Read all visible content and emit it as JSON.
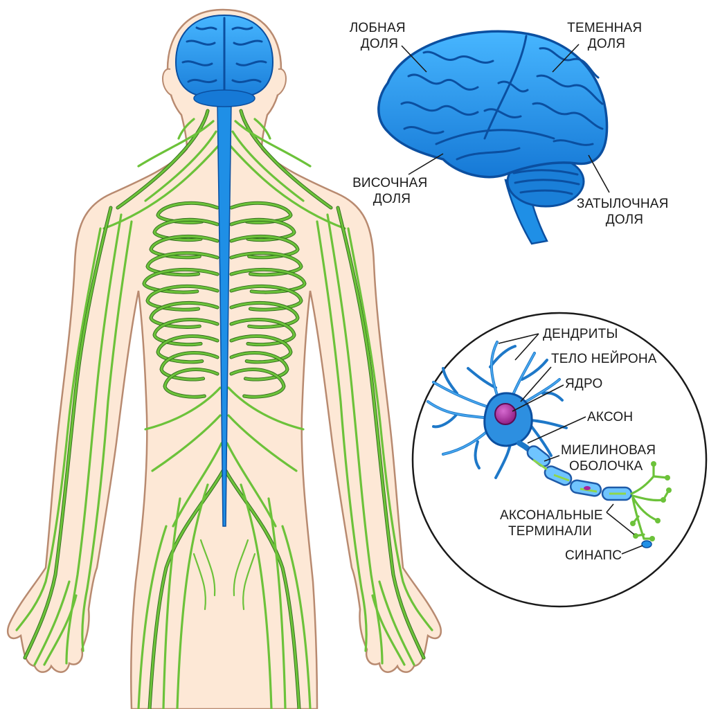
{
  "labels": {
    "frontal_lobe": [
      "ЛОБНАЯ",
      "ДОЛЯ"
    ],
    "parietal_lobe": [
      "ТЕМЕННАЯ",
      "ДОЛЯ"
    ],
    "temporal_lobe": [
      "ВИСОЧНАЯ",
      "ДОЛЯ"
    ],
    "occipital_lobe": [
      "ЗАТЫЛОЧНАЯ",
      "ДОЛЯ"
    ],
    "dendrites": "ДЕНДРИТЫ",
    "neuron_body": "ТЕЛО НЕЙРОНА",
    "nucleus": "ЯДРО",
    "axon": "АКСОН",
    "myelin_sheath": [
      "МИЕЛИНОВАЯ",
      "ОБОЛОЧКА"
    ],
    "axon_terminals": [
      "АКСОНАЛЬНЫЕ",
      "ТЕРМИНАЛИ"
    ],
    "synapse": "СИНАПС"
  },
  "colors": {
    "skin": "#fde8d6",
    "skin_outline": "#b88a70",
    "nerves": "#6cc23a",
    "cns": "#1f8fe6",
    "nucleus": "#a8239a"
  }
}
